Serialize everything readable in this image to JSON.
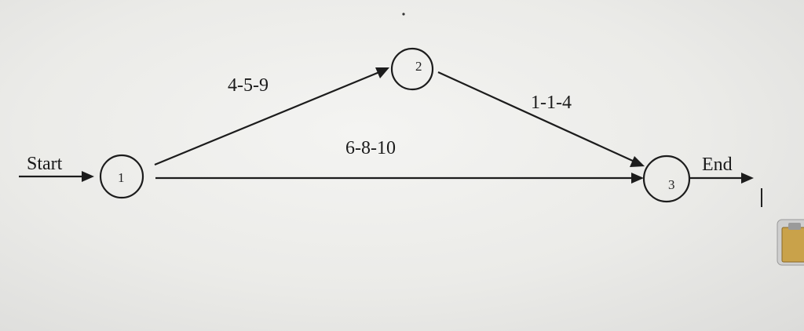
{
  "diagram": {
    "nodes": [
      {
        "id": "1",
        "label": "1"
      },
      {
        "id": "2",
        "label": "2"
      },
      {
        "id": "3",
        "label": "3"
      }
    ],
    "edges": [
      {
        "from": "1",
        "to": "2",
        "label": "4-5-9"
      },
      {
        "from": "2",
        "to": "3",
        "label": "1-1-4"
      },
      {
        "from": "1",
        "to": "3",
        "label": "6-8-10"
      }
    ],
    "start_label": "Start",
    "end_label": "End"
  },
  "colors": {
    "line": "#1c1c1c",
    "background": "#ebebe8",
    "clipboard_icon": "#c9a24a"
  },
  "icons": [
    "clipboard-icon"
  ]
}
